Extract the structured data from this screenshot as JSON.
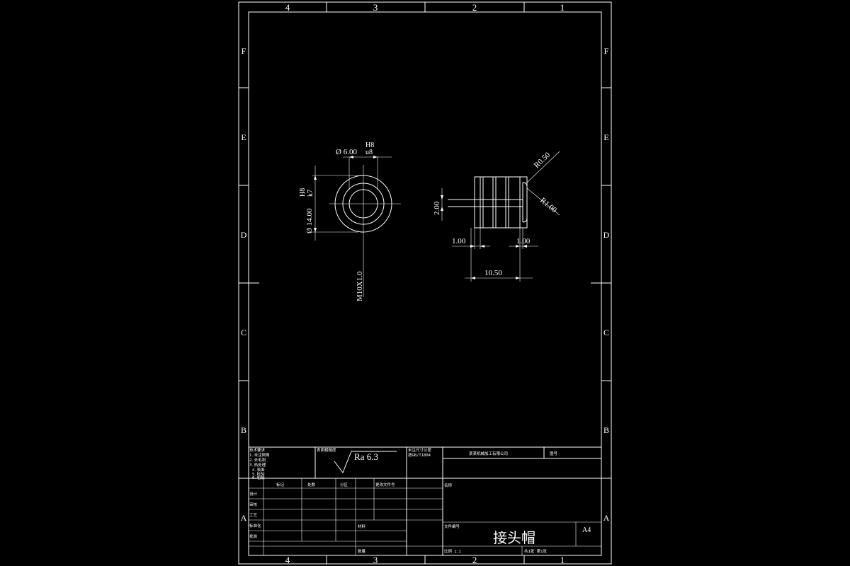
{
  "sheet": {
    "column_labels": [
      "4",
      "3",
      "2",
      "1"
    ],
    "row_labels": [
      "F",
      "E",
      "D",
      "C",
      "B",
      "A"
    ]
  },
  "views": {
    "left": {
      "dim_bore": "Ø 6.00",
      "fit_bore_upper": "H8",
      "fit_bore_lower": "u8",
      "dim_outer": "Ø 14.00",
      "fit_outer_upper": "H8",
      "fit_outer_lower": "k7",
      "thread": "M10X1.0"
    },
    "right": {
      "radius_small": "R0.50",
      "radius_large": "R1.00",
      "dim_height": "2.00",
      "dim_left": "1.00",
      "dim_right": "1.00",
      "dim_length": "10.50"
    }
  },
  "title_block": {
    "notes": [
      "技术要求",
      "1.未注倒角",
      "2.去毛刺",
      "3.热处理",
      "4.表面",
      "5.检验",
      "6.包装"
    ],
    "roughness_label": "表面粗糙度",
    "roughness_value": "Ra 6.3",
    "material_label": "未注尺寸公差",
    "material_value": "按GB/T1804",
    "company": "某某机械加工有限公司",
    "drawing_no_label": "图号",
    "rev_headers": [
      "标记",
      "处数",
      "分区",
      "更改文件号"
    ],
    "signature_rows": [
      "设计",
      "审核",
      "工艺",
      "标准化",
      "批准"
    ],
    "name_label": "名称",
    "material_field": "材料",
    "qty_label": "数量",
    "part_name": "接头帽",
    "drawing_no_field": "文件编号",
    "sheet_size": "A4",
    "scale_label": "比例 1:1",
    "sheet_label": "共1张 第1张"
  }
}
